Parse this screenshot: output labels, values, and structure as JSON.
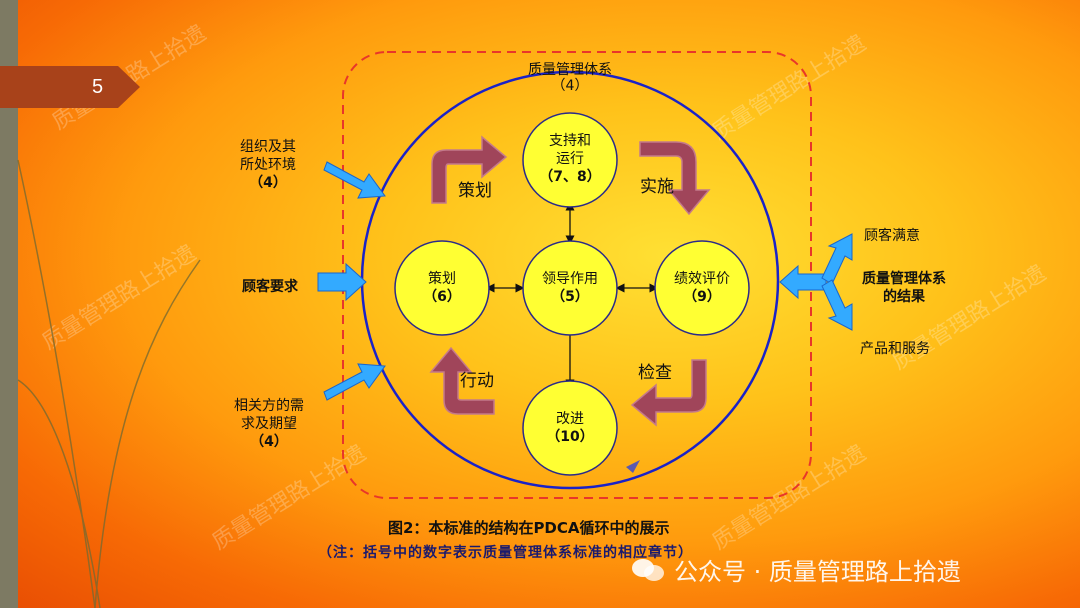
{
  "slide": {
    "page_number": "5"
  },
  "diagram": {
    "qms_label": "质量管理体系",
    "qms_ref": "（4）",
    "nodes": {
      "support": {
        "line1": "支持和",
        "line2": "运行",
        "line3": "（7、8）"
      },
      "plan": {
        "line1": "策划",
        "line2": "（6）"
      },
      "leadership": {
        "line1": "领导作用",
        "line2": "（5）"
      },
      "evaluation": {
        "line1": "绩效评价",
        "line2": "（9）"
      },
      "improve": {
        "line1": "改进",
        "line2": "（10）"
      }
    },
    "cycle_labels": {
      "plan": "策划",
      "do": "实施",
      "check": "检查",
      "act": "行动"
    },
    "inputs": {
      "org_context": {
        "line1": "组织及其",
        "line2": "所处环境",
        "line3": "（4）"
      },
      "customer_requirements": "顾客要求",
      "interested_parties": {
        "line1": "相关方的需",
        "line2": "求及期望",
        "line3": "（4）"
      }
    },
    "outputs": {
      "customer_satisfaction": "顾客满意",
      "qms_results": {
        "line1": "质量管理体系",
        "line2": "的结果"
      },
      "products_services": "产品和服务"
    }
  },
  "caption": {
    "title": "图2：本标准的结构在PDCA循环中的展示",
    "note": "（注：括号中的数字表示质量管理体系标准的相应章节）"
  },
  "watermark": {
    "text": "公众号 · 质量管理路上拾遗",
    "diagonal": "质量管理路上拾遗"
  },
  "colors": {
    "circle_stroke": "#1a22c8",
    "node_fill": "#ffff33",
    "dashed_box": "#e8362a",
    "input_arrow": "#33aaff",
    "cycle_arrow": "#a0455a",
    "caption2": "#1a1a6e"
  }
}
